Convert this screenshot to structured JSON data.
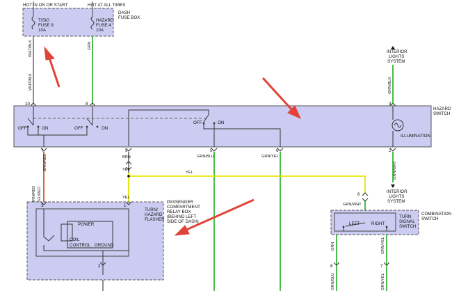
{
  "headers": {
    "hot_start": "HOT IN ON OR START",
    "hot_always": "HOT AT ALL TIMES"
  },
  "fuse_box": {
    "title_l1": "DASH",
    "title_l2": "FUSE BOX",
    "fuse9": {
      "l1": "T/SIG",
      "l2": "FUSE 9",
      "l3": "10A"
    },
    "fuse4": {
      "l1": "HAZARD",
      "l2": "FUSE 4",
      "l3": "10A"
    }
  },
  "wires": {
    "wht_blk": "WHT/BLK",
    "grn": "GRN",
    "grn_blk": "GRN/BLK",
    "brn_red": "BRN/RED",
    "brn": "BRN",
    "grn_blu": "GRN/BLU",
    "grn_yel": "GRN/YEL",
    "grn_wht": "GRN/WHT",
    "yel": "YEL",
    "yel_red": "YEL/RED",
    "grn_blu_bottom": "GRN/BLU",
    "grn_yel_bottom": "GRN/YEL"
  },
  "interior_top": {
    "l1": "INTERIOR",
    "l2": "LIGHTS",
    "l3": "SYSTEM"
  },
  "interior_mid": {
    "l1": "INTERIOR",
    "l2": "LIGHTS",
    "l3": "SYSTEM"
  },
  "hazard_switch": {
    "title_l1": "HAZARD",
    "title_l2": "SWITCH",
    "off1": "OFF",
    "on1": "ON",
    "off2": "OFF",
    "on2": "ON",
    "off3": "OFF",
    "on3": "ON",
    "illumination": "ILLUMINATION",
    "pins": {
      "p10": "10",
      "p8": "8",
      "p3": "3",
      "p7": "7",
      "p9": "9",
      "p5": "5",
      "p6": "6",
      "p2": "2"
    }
  },
  "flasher": {
    "relay_l1": "PASSENGER",
    "relay_l2": "COMPARTMENT",
    "relay_l3": "RELAY BOX",
    "relay_l4": "(BEHIND LEFT",
    "relay_l5": "SIDE OF DASH)",
    "title_l1": "TURN/",
    "title_l2": "HAZARD",
    "title_l3": "FLASHER",
    "power": "POWER",
    "coil": "COIL",
    "control": "CONTROL",
    "ground": "GROUND",
    "pins": {
      "p3": "3",
      "p1": "1",
      "p2": "2"
    }
  },
  "combo": {
    "title_l1": "COMBINATION",
    "title_l2": "SWITCH",
    "left": "LEFT",
    "right": "RIGHT",
    "turn_l1": "TURN",
    "turn_l2": "SIGNAL",
    "turn_l3": "SWITCH",
    "pins": {
      "p6": "6",
      "p8": "8",
      "p7": "7"
    }
  },
  "colors": {
    "box_fill": "#ccccf2",
    "wire_green": "#22aa22",
    "wire_yellow": "#e8e800",
    "wire_brn_red": "#cc5a2a",
    "wire_dark": "#444444",
    "arrow": "#e04438"
  }
}
